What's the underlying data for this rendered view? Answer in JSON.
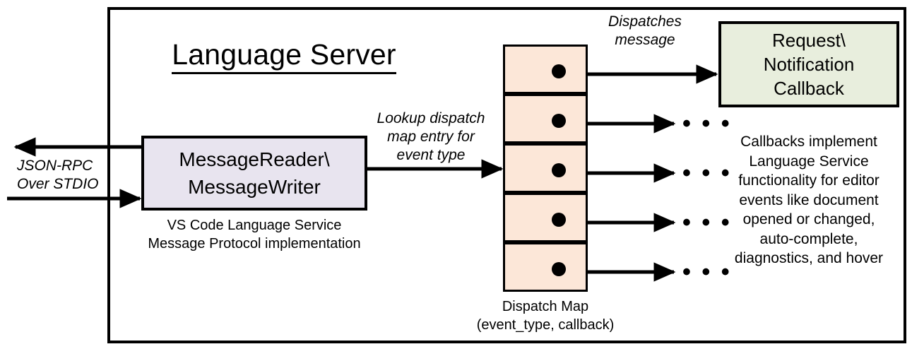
{
  "diagram": {
    "title": "Language Server",
    "outer_container_name": "Language Server"
  },
  "nodes": {
    "message_io": {
      "label": "MessageReader\\\nMessageWriter",
      "caption": "VS Code Language Service\nMessage Protocol implementation",
      "fill": "#E8E4EF"
    },
    "dispatch_map": {
      "caption": "Dispatch Map\n(event_type, callback)",
      "fill": "#FCE7D8",
      "cell_count": 5,
      "cells": [
        {
          "index": 1,
          "marker": "callback-dot"
        },
        {
          "index": 2,
          "marker": "callback-dot"
        },
        {
          "index": 3,
          "marker": "callback-dot"
        },
        {
          "index": 4,
          "marker": "callback-dot"
        },
        {
          "index": 5,
          "marker": "callback-dot"
        }
      ]
    },
    "callback": {
      "label": "Request\\\nNotification\nCallback",
      "description": "Callbacks implement\nLanguage Service\nfunctionality for editor\nevents like document\nopened or changed,\nauto-complete,\ndiagnostics, and hover",
      "fill": "#E8EEDD"
    }
  },
  "edges": {
    "external_io": "JSON-RPC\nOver STDIO",
    "lookup": "Lookup dispatch\nmap entry for\nevent type",
    "dispatch": "Dispatches\nmessage"
  },
  "ellipses": {
    "glyph": "• • •",
    "count": 4
  },
  "colors": {
    "stroke": "#000000",
    "background": "#FFFFFF",
    "message_io_fill": "#E8E4EF",
    "dispatch_map_fill": "#FCE7D8",
    "callback_fill": "#E8EEDD"
  }
}
